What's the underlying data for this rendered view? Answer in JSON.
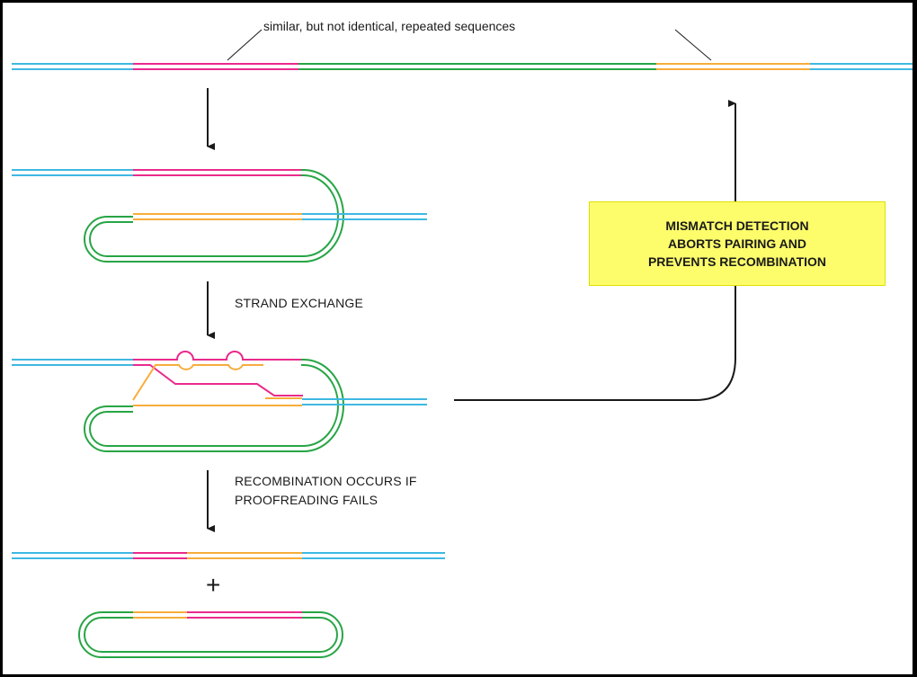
{
  "labels": {
    "repeats": "similar, but not identical, repeated sequences",
    "step_exchange": "STRAND EXCHANGE",
    "step_recombination_line1": "RECOMBINATION OCCURS IF",
    "step_recombination_line2": "PROOFREADING FAILS",
    "plus": "+"
  },
  "callout": {
    "text": "MISMATCH DETECTION\nABORTS PAIRING AND\nPREVENTS RECOMBINATION"
  },
  "colors": {
    "blue": "#3fb8e2",
    "pink": "#ea2a8c",
    "green": "#27a545",
    "orange": "#f7ac3b",
    "callout_bg": "#fdfd6c",
    "arrow": "#1a1a1a"
  }
}
